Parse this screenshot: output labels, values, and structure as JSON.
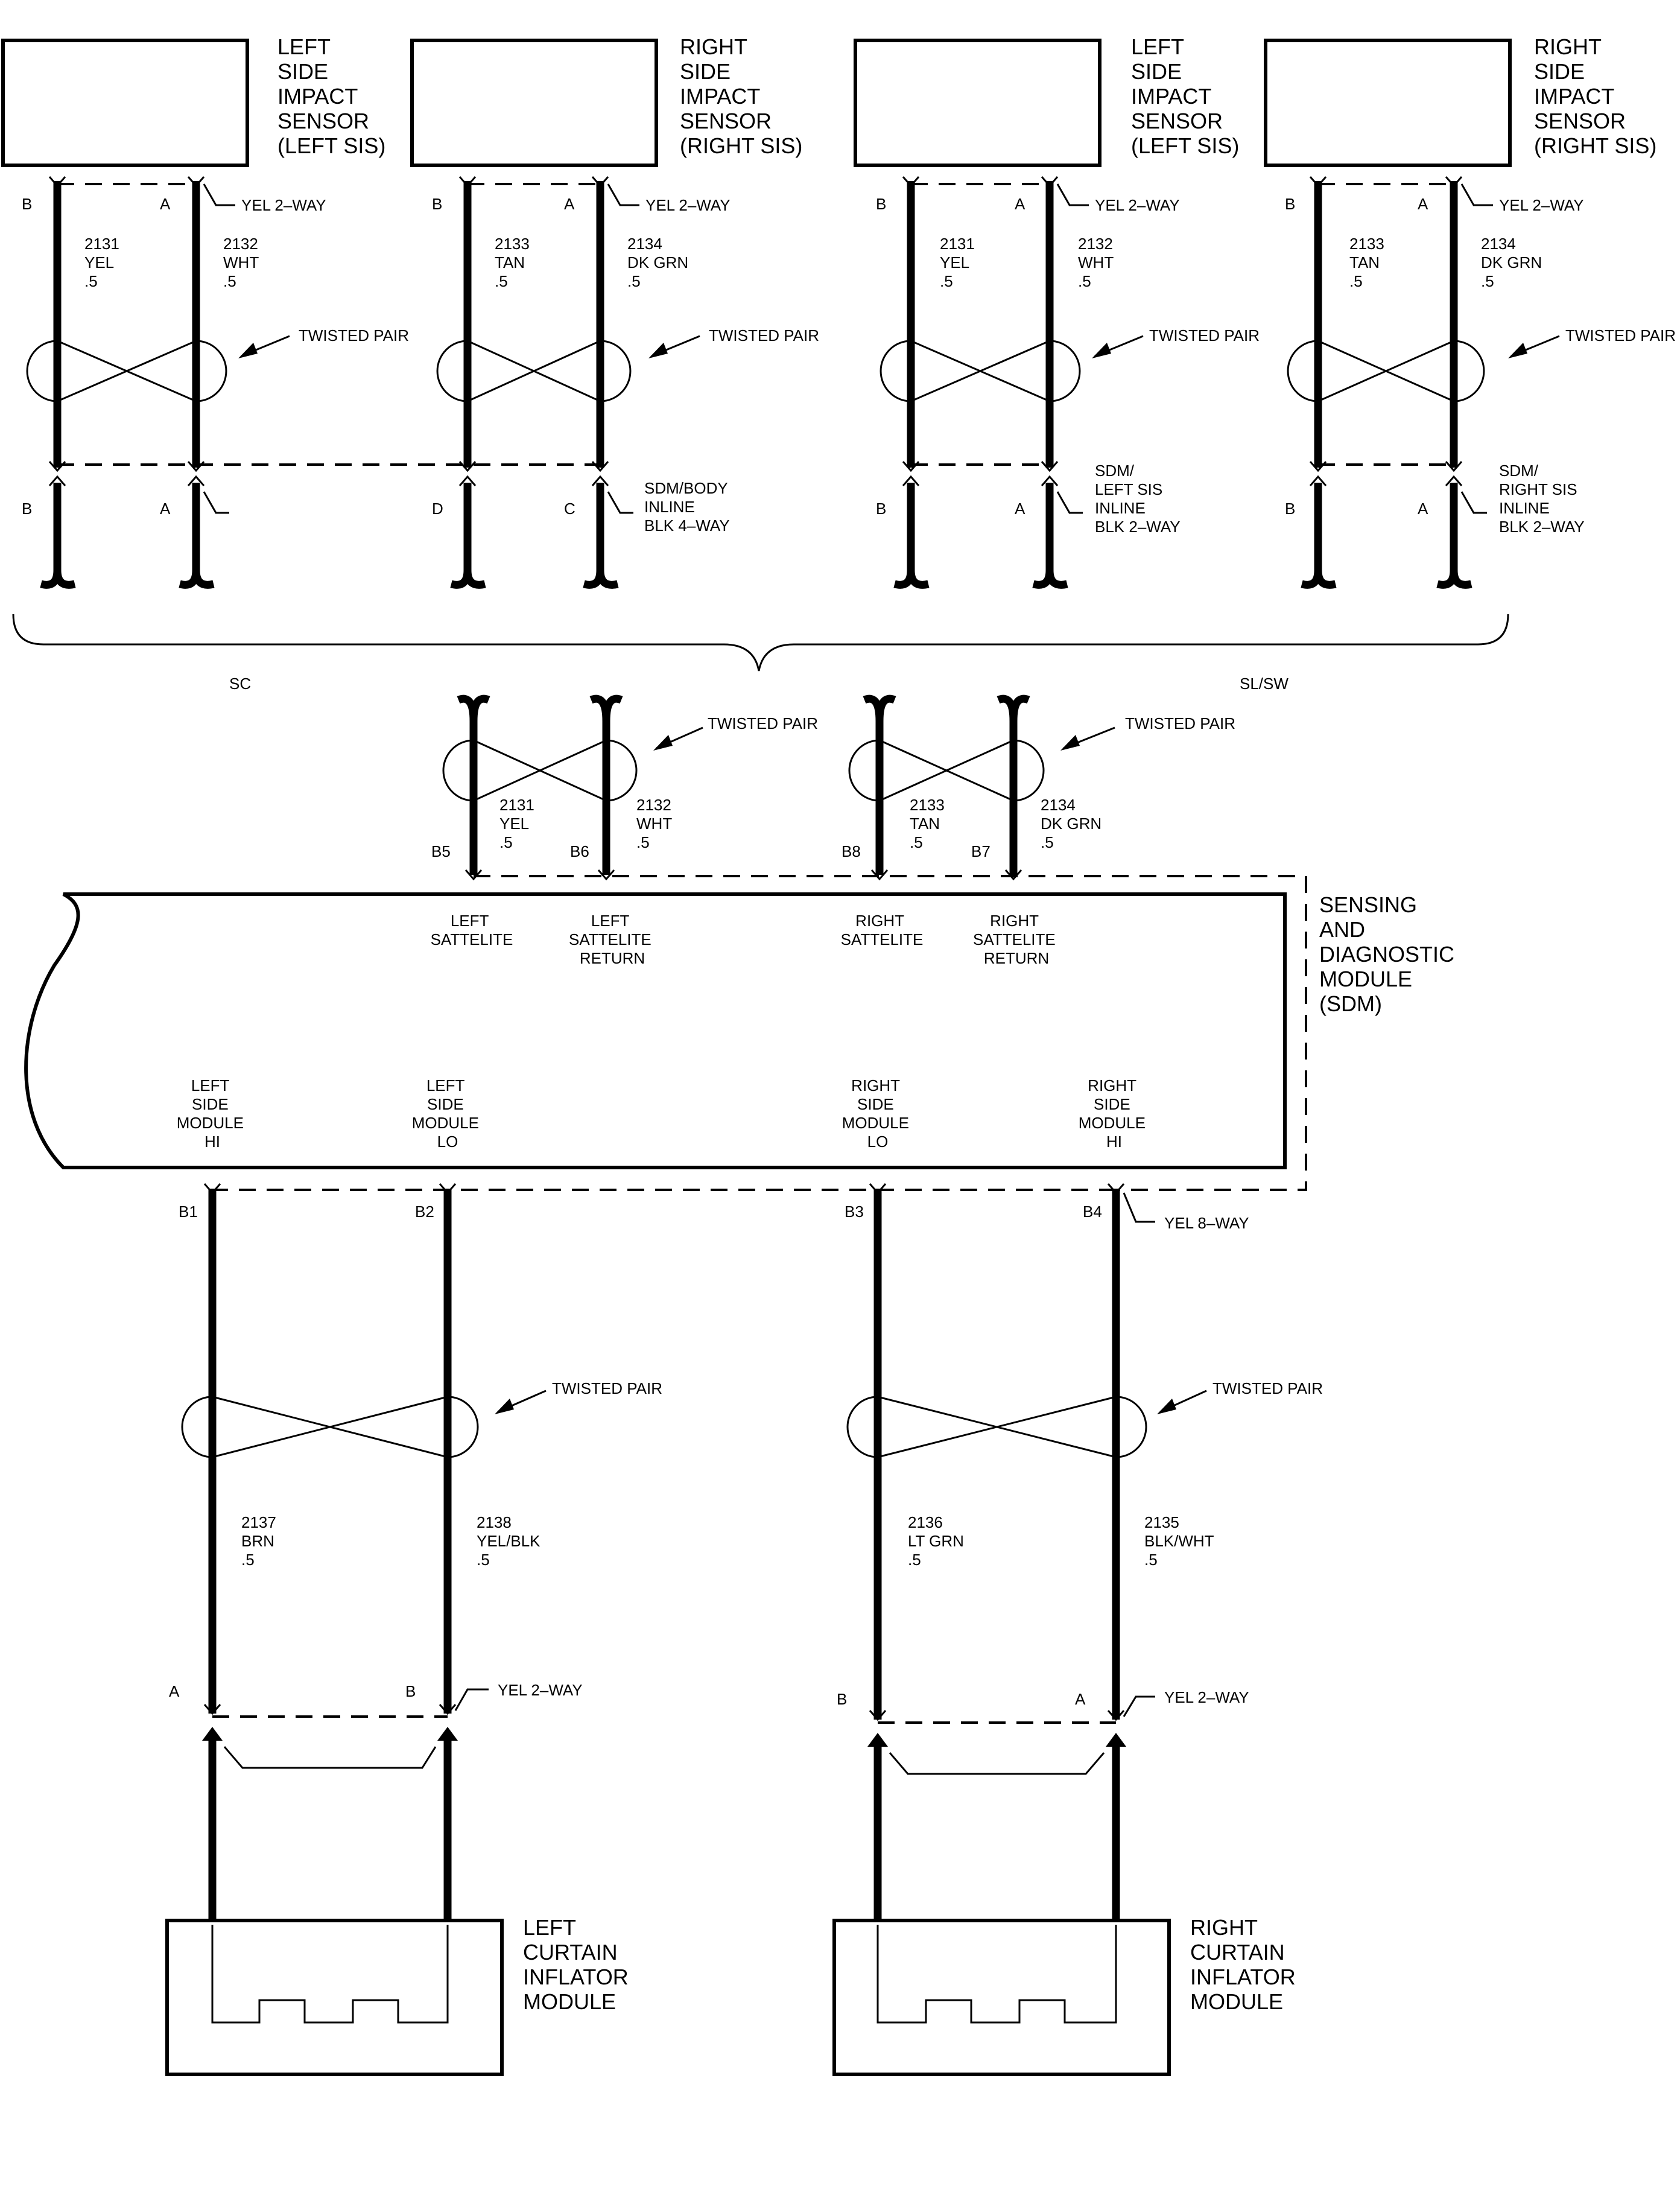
{
  "sensors": [
    {
      "lines": [
        "LEFT",
        "SIDE",
        "IMPACT",
        "SENSOR",
        "(LEFT SIS)"
      ],
      "connector": "YEL 2–WAY",
      "pins": [
        "B",
        "A"
      ],
      "wire1": [
        "2131",
        "YEL",
        ".5"
      ],
      "wire2": [
        "2132",
        "WHT",
        ".5"
      ],
      "inline_pins": [
        "B",
        "A"
      ],
      "inline_label": [
        "SDM/BODY",
        "INLINE",
        "BLK 4–WAY"
      ]
    },
    {
      "lines": [
        "RIGHT",
        "SIDE",
        "IMPACT",
        "SENSOR",
        "(RIGHT SIS)"
      ],
      "connector": "YEL 2–WAY",
      "pins": [
        "B",
        "A"
      ],
      "wire1": [
        "2133",
        "TAN",
        ".5"
      ],
      "wire2": [
        "2134",
        "DK GRN",
        ".5"
      ],
      "inline_pins": [
        "D",
        "C"
      ],
      "inline_label": []
    },
    {
      "lines": [
        "LEFT",
        "SIDE",
        "IMPACT",
        "SENSOR",
        "(LEFT SIS)"
      ],
      "connector": "YEL 2–WAY",
      "pins": [
        "B",
        "A"
      ],
      "wire1": [
        "2131",
        "YEL",
        ".5"
      ],
      "wire2": [
        "2132",
        "WHT",
        ".5"
      ],
      "inline_pins": [
        "B",
        "A"
      ],
      "inline_label": [
        "SDM/",
        "LEFT SIS",
        "INLINE",
        "BLK 2–WAY"
      ]
    },
    {
      "lines": [
        "RIGHT",
        "SIDE",
        "IMPACT",
        "SENSOR",
        "(RIGHT SIS)"
      ],
      "connector": "YEL 2–WAY",
      "pins": [
        "B",
        "A"
      ],
      "wire1": [
        "2133",
        "TAN",
        ".5"
      ],
      "wire2": [
        "2134",
        "DK GRN",
        ".5"
      ],
      "inline_pins": [
        "B",
        "A"
      ],
      "inline_label": [
        "SDM/",
        "RIGHT SIS",
        "INLINE",
        "BLK 2–WAY"
      ]
    }
  ],
  "twisted_pair": "TWISTED PAIR",
  "variants": {
    "left": "SC",
    "right": "SL/SW"
  },
  "sdm_inputs": [
    {
      "pin_a": "B5",
      "wire_a": [
        "2131",
        "YEL",
        ".5"
      ],
      "pin_b": "B6",
      "wire_b": [
        "2132",
        "WHT",
        ".5"
      ]
    },
    {
      "pin_a": "B8",
      "wire_a": [
        "2133",
        "TAN",
        ".5"
      ],
      "pin_b": "B7",
      "wire_b": [
        "2134",
        "DK GRN",
        ".5"
      ]
    }
  ],
  "sdm": {
    "name": [
      "SENSING",
      "AND",
      "DIAGNOSTIC",
      "MODULE",
      "(SDM)"
    ],
    "top_terminals": [
      [
        "LEFT",
        "SATTELITE"
      ],
      [
        "LEFT",
        "SATTELITE",
        "RETURN"
      ],
      [
        "RIGHT",
        "SATTELITE"
      ],
      [
        "RIGHT",
        "SATTELITE",
        "RETURN"
      ]
    ],
    "bottom_terminals": [
      [
        "LEFT",
        "SIDE",
        "MODULE",
        "HI"
      ],
      [
        "LEFT",
        "SIDE",
        "MODULE",
        "LO"
      ],
      [
        "RIGHT",
        "SIDE",
        "MODULE",
        "LO"
      ],
      [
        "RIGHT",
        "SIDE",
        "MODULE",
        "HI"
      ]
    ],
    "bottom_pins": [
      "B1",
      "B2",
      "B3",
      "B4"
    ],
    "bottom_connector": "YEL 8–WAY"
  },
  "modules": [
    {
      "wire_a": [
        "2137",
        "BRN",
        ".5"
      ],
      "wire_b": [
        "2138",
        "YEL/BLK",
        ".5"
      ],
      "pins": [
        "A",
        "B"
      ],
      "connector": "YEL 2–WAY",
      "name": [
        "LEFT",
        "CURTAIN",
        "INFLATOR",
        "MODULE"
      ]
    },
    {
      "wire_a": [
        "2136",
        "LT GRN",
        ".5"
      ],
      "wire_b": [
        "2135",
        "BLK/WHT",
        ".5"
      ],
      "pins": [
        "B",
        "A"
      ],
      "connector": "YEL 2–WAY",
      "name": [
        "RIGHT",
        "CURTAIN",
        "INFLATOR",
        "MODULE"
      ]
    }
  ]
}
